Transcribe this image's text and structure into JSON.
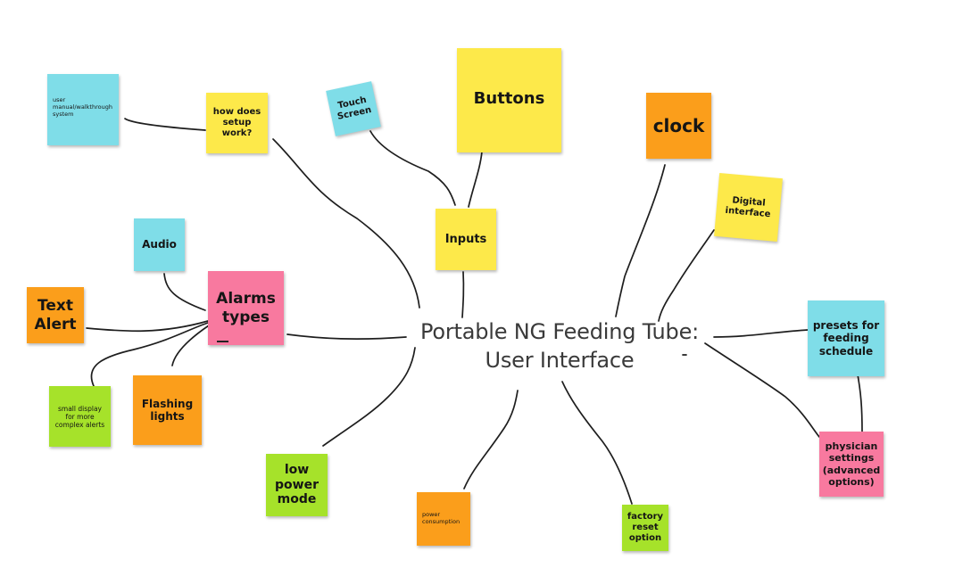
{
  "diagram": {
    "center_title_line1": "Portable NG Feeding Tube:",
    "center_title_line2": "User Interface",
    "notes": {
      "user_manual": "user manual/walkthrough system",
      "setup": "how does setup work?",
      "touch_screen": "Touch Screen",
      "buttons": "Buttons",
      "inputs": "Inputs",
      "clock": "clock",
      "digital_interface": "Digital interface",
      "audio": "Audio",
      "alarm_types": "Alarms types",
      "text_alert": "Text Alert",
      "small_display": "small display for more complex alerts",
      "flashing_lights": "Flashing lights",
      "low_power_mode": "low power mode",
      "power_consumption": "power consumption",
      "factory_reset": "factory reset option",
      "presets": "presets for feeding schedule",
      "physician_settings": "physician settings (advanced options)"
    },
    "colors": {
      "yellow": "#fde94a",
      "blue": "#7fdde8",
      "pink": "#f8799f",
      "orange": "#fb9e1b",
      "green": "#a6e22a"
    }
  }
}
